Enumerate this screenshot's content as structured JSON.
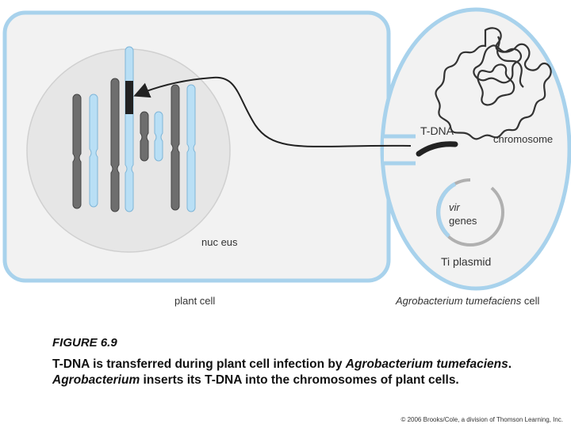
{
  "labels": {
    "nucleus": "nuc eus",
    "plant_cell": "plant cell",
    "agrobacterium_italic": "Agrobacterium tumefaciens",
    "agrobacterium_suffix": " cell",
    "t_dna": "T-DNA",
    "chromosome": "chromosome",
    "vir": "vir",
    "genes": "genes",
    "ti_plasmid": "Ti plasmid"
  },
  "caption": {
    "figure_number": "FIGURE 6.9",
    "part1": "T-DNA is transferred during plant cell infection by ",
    "part2_italic": "Agrobacterium tumefaciens",
    "part3": ". ",
    "part4_italic": "Agrobacterium",
    "part5": " inserts its T-DNA into the chromosomes of plant cells."
  },
  "credit": "© 2006 Brooks/Cole, a division of Thomson Learning, Inc.",
  "colors": {
    "cell_outline": "#a8d2ec",
    "cell_fill": "#f2f2f2",
    "nucleus_fill": "#e6e6e6",
    "gray_chromosome": "#6e6e6e",
    "blue_chromosome": "#b9dff5",
    "tdna_segment": "#222222"
  }
}
